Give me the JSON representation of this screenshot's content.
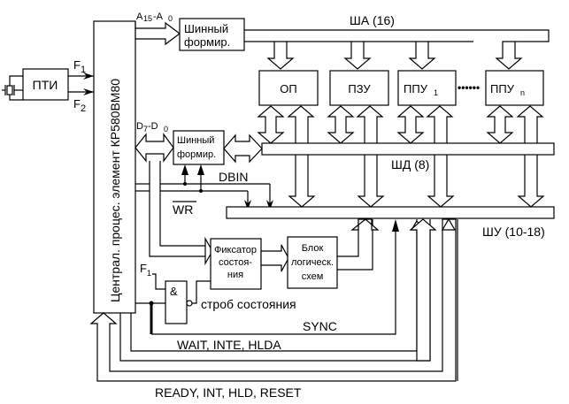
{
  "diagram": {
    "cpu": {
      "label": "Централ. процес. элемент КР580ВМ80"
    },
    "clock_gen": {
      "label": "ПТИ",
      "outputs": [
        "F",
        "F"
      ],
      "output_subs": [
        "1",
        "2"
      ],
      "crystal_icon": "crystal-icon"
    },
    "addr_buffer": {
      "line1": "Шинный",
      "line2": "формир.",
      "input_label_main": "A",
      "input_sub1": "15",
      "input_dash": "-A",
      "input_sub2": "0"
    },
    "data_buffer": {
      "line1": "Шинный",
      "line2": "формир.",
      "input_label_main": "D",
      "input_sub1": "7",
      "input_dash": "-D",
      "input_sub2": "0"
    },
    "address_bus": {
      "label": "ША (16)"
    },
    "data_bus": {
      "label": "ШД (8)"
    },
    "control_bus": {
      "label": "ШУ (10-18)"
    },
    "devices": [
      {
        "label": "ОП",
        "sub": ""
      },
      {
        "label": "ПЗУ",
        "sub": ""
      },
      {
        "label": "ППУ",
        "sub": "1"
      },
      {
        "label": "ППУ",
        "sub": "n"
      }
    ],
    "signals": {
      "dbin": "DBIN",
      "wr": "WR",
      "sync": "SYNC",
      "status_strobe": "строб состояния",
      "wait_inte_hlda": "WAIT, INTE, HLDA",
      "ready_int_hld_reset": "READY, INT, HLD, RESET",
      "f1_main": "F",
      "f1_sub": "1"
    },
    "status_latch": {
      "line1": "Фиксатор",
      "line2": "состоя-",
      "line3": "ния"
    },
    "logic_block": {
      "line1": "Блок",
      "line2": "логическ.",
      "line3": "схем"
    },
    "and_gate": {
      "label": "&"
    }
  }
}
